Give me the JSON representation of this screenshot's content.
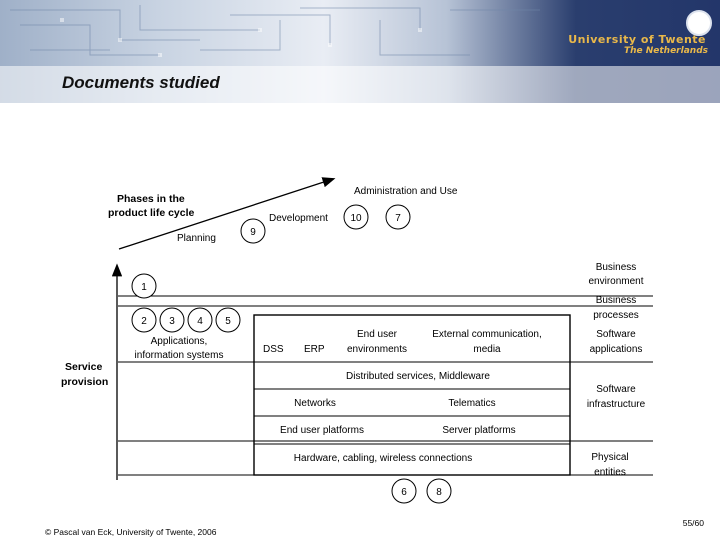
{
  "header": {
    "university": "University of Twente",
    "country": "The Netherlands",
    "title": "Documents studied"
  },
  "diagram": {
    "phases_label": [
      "Phases in the",
      "product life cycle"
    ],
    "phases": {
      "planning": "Planning",
      "development": "Development",
      "admin_use": "Administration and Use"
    },
    "phase_numbers": [
      "9",
      "10",
      "7"
    ],
    "service_provision": [
      "Service",
      "provision"
    ],
    "left_circles": [
      "1",
      "2",
      "3",
      "4",
      "5"
    ],
    "applications_label": [
      "Applications,",
      "information systems"
    ],
    "rows": {
      "apps": {
        "dss": "DSS",
        "erp": "ERP",
        "end_user_env": [
          "End user",
          "environments"
        ],
        "ext_comm": [
          "External communication,",
          "media"
        ]
      },
      "distributed": "Distributed services, Middleware",
      "networks": "Networks",
      "telematics": "Telematics",
      "end_user_platforms": "End user platforms",
      "server_platforms": "Server platforms",
      "hardware": "Hardware, cabling, wireless connections"
    },
    "bottom_circles": [
      "6",
      "8"
    ],
    "right_labels": {
      "business_env": [
        "Business",
        "environment"
      ],
      "business_proc": [
        "Business",
        "processes"
      ],
      "software_apps": [
        "Software",
        "applications"
      ],
      "software_infra": [
        "Software",
        "infrastructure"
      ],
      "physical": [
        "Physical",
        "entities"
      ]
    }
  },
  "footer": {
    "copyright": "© Pascal van Eck, University of Twente, 2006",
    "page": "55/60"
  }
}
